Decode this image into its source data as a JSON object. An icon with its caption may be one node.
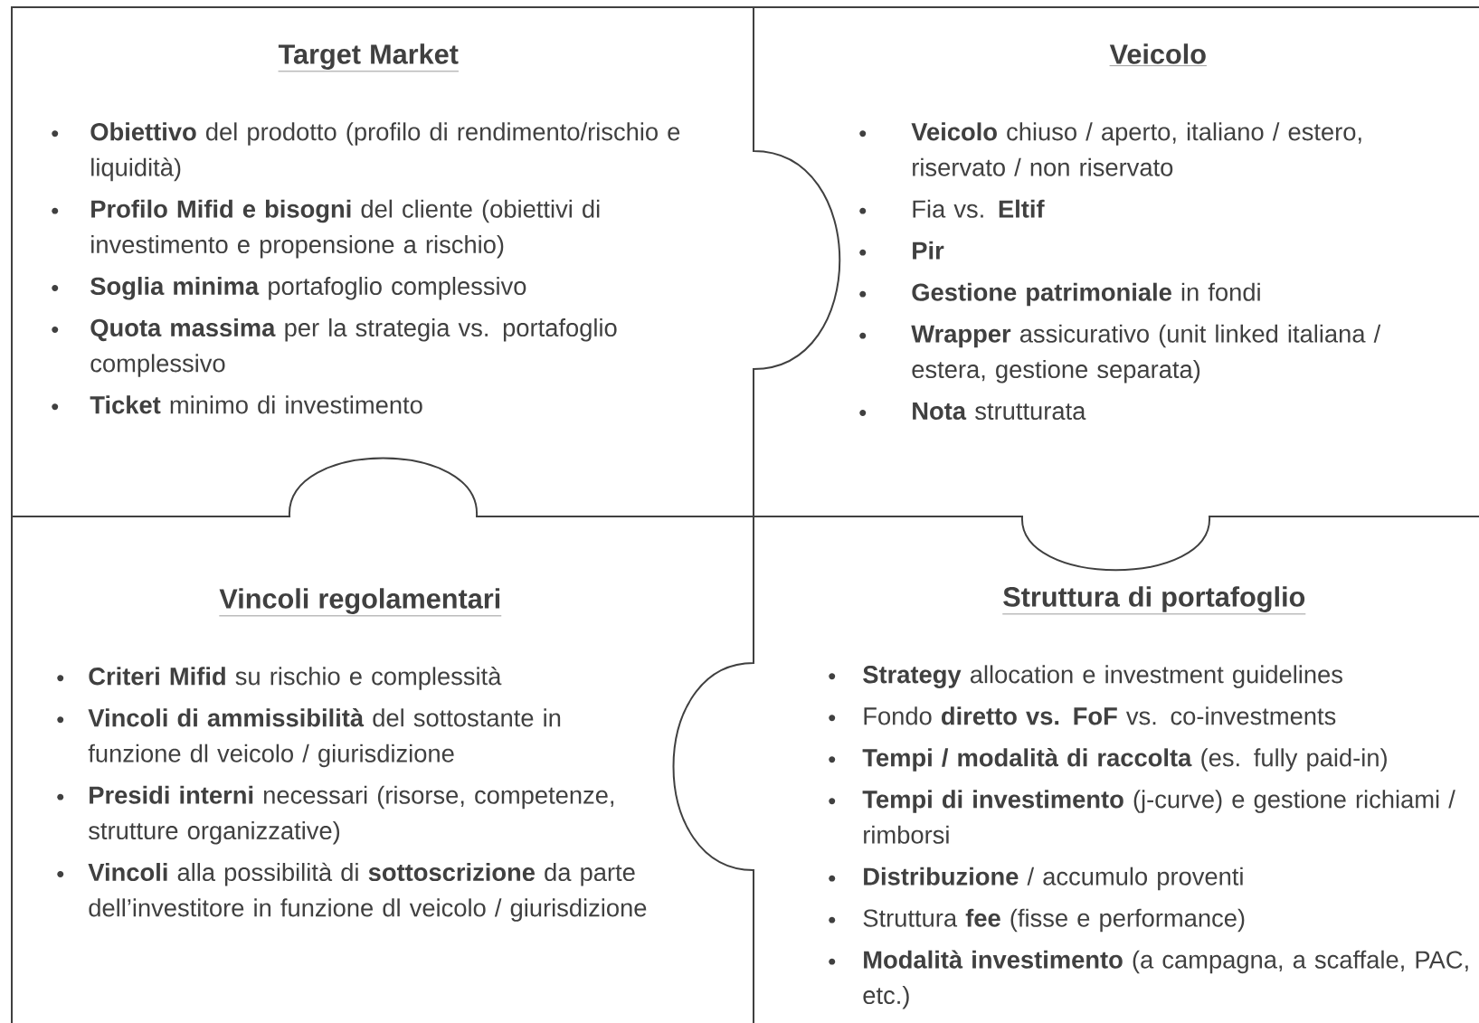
{
  "diagram": {
    "nodes": [
      {
        "text": [
          "Target Market",
          "**Obiettivo** del prodotto (profilo di rendimento/rischio e liquidità)",
          "**Profilo Mifid e bisogni** del cliente (obiettivi di investimento e propensione a rischio)",
          "**Soglia minima** portafoglio complessivo",
          "**Quota massima** per la strategia vs. portafoglio complessivo",
          "**Ticket** minimo di investimento"
        ]
      },
      {
        "text": [
          "Veicolo",
          "**Veicolo** chiuso / aperto, italiano / estero, riservato / non riservato",
          "Fia vs. **Eltif**",
          "**Pir**",
          "**Gestione patrimoniale** in fondi",
          "**Wrapper** assicurativo (unit linked italiana / estera, gestione separata)",
          "**Nota** strutturata"
        ]
      },
      {
        "text": [
          "Vincoli regolamentari",
          "**Criteri Mifid** su rischio e complessità",
          "**Vincoli di ammissibilità** del sottostante in funzione dl veicolo / giurisdizione",
          "**Presidi interni** necessari (risorse, competenze, strutture organizzative)",
          "**Vincoli** alla possibilità di **sottoscrizione** da parte dell’investitore in  funzione dl veicolo / giurisdizione"
        ]
      },
      {
        "text": [
          "Struttura di portafoglio",
          "**Strategy** allocation e investment guidelines",
          "Fondo **diretto vs. FoF** vs. co-investments",
          "**Tempi / modalità di raccolta** (es. fully paid-in)",
          "**Tempi di investimento** (j-curve) e gestione richiami / rimborsi",
          "**Distribuzione** / accumulo proventi",
          "Struttura **fee** (fisse e performance)",
          "**Modalità investimento** (a campagna, a scaffale, PAC, etc.)"
        ]
      }
    ]
  }
}
